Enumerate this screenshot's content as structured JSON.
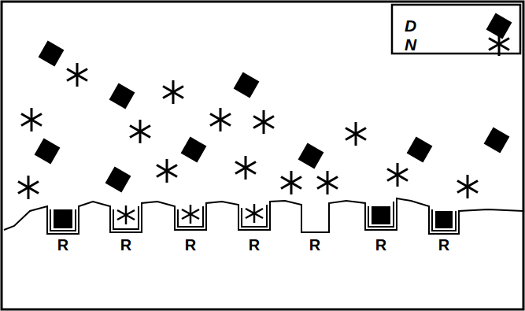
{
  "diagram": {
    "labels": [
      "R",
      "R",
      "R",
      "R",
      "R",
      "R",
      "R"
    ],
    "legend": [
      {
        "text": "D"
      },
      {
        "text": "N"
      }
    ]
  }
}
